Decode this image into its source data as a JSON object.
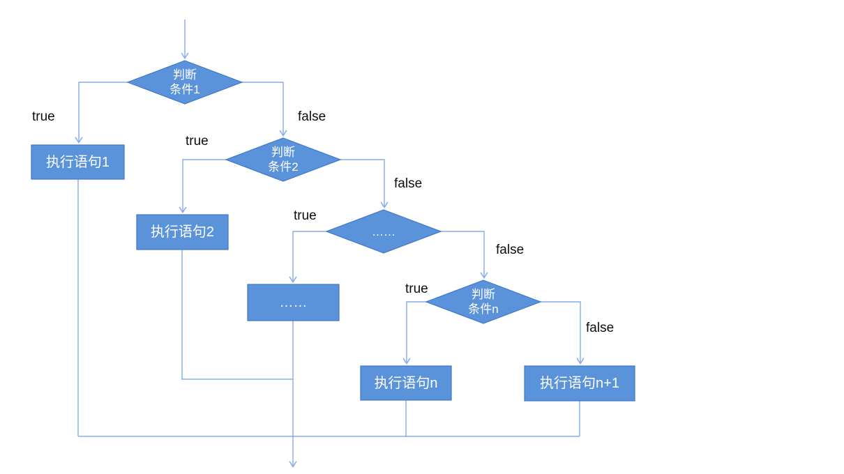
{
  "palette": {
    "shape_fill": "#5b93db",
    "shape_stroke": "#4176c9",
    "connector": "#86abec",
    "branch_label_color": "#0d0d0d",
    "node_text_color": "#ffffff",
    "background": "#ffffff"
  },
  "flowchart": {
    "decisions": [
      {
        "label": "判断\n条件1"
      },
      {
        "label": "判断\n条件2"
      },
      {
        "label": "……"
      },
      {
        "label": "判断\n条件n"
      }
    ],
    "processes": [
      {
        "label": "执行语句1"
      },
      {
        "label": "执行语句2"
      },
      {
        "label": "……"
      },
      {
        "label": "执行语句n"
      },
      {
        "label": "执行语句n+1"
      }
    ],
    "branch_labels": [
      {
        "branch": "decision1-true",
        "label": "true"
      },
      {
        "branch": "decision1-false",
        "label": "false"
      },
      {
        "branch": "decision2-true",
        "label": "true"
      },
      {
        "branch": "decision2-false",
        "label": "false"
      },
      {
        "branch": "decision3-true",
        "label": "true"
      },
      {
        "branch": "decision3-false",
        "label": "false"
      },
      {
        "branch": "decision4-true",
        "label": "true"
      },
      {
        "branch": "decision4-false",
        "label": "false"
      }
    ]
  }
}
